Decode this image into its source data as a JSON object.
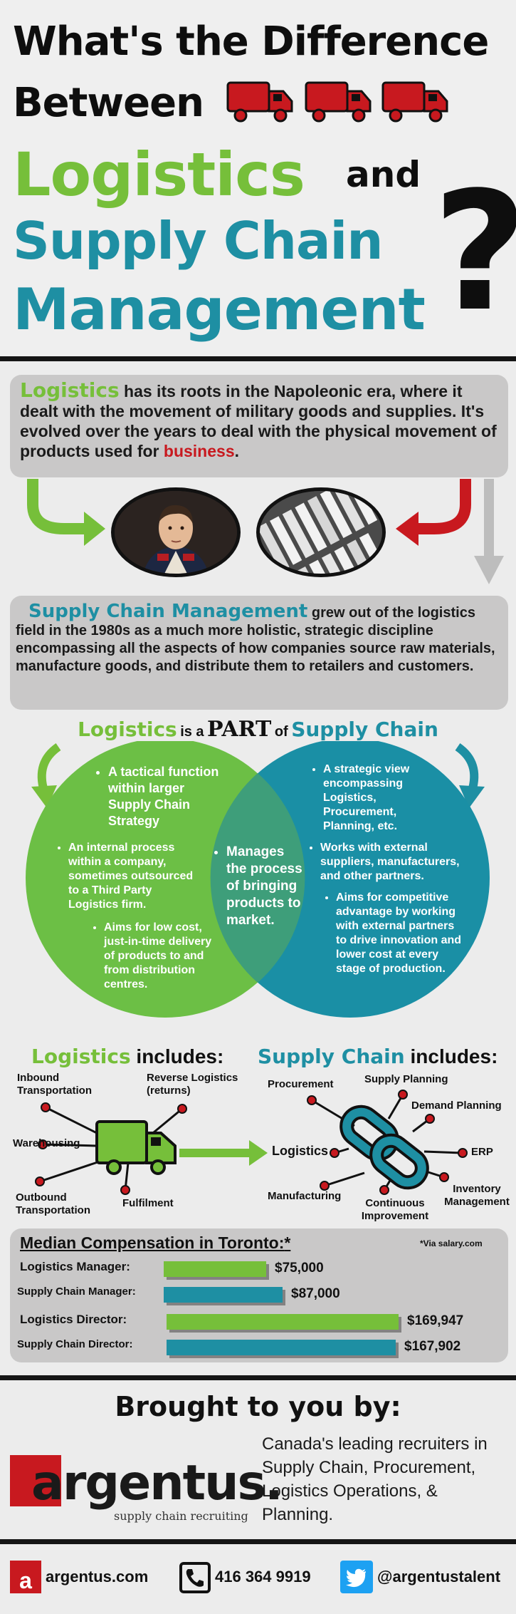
{
  "title": {
    "line1": "What's the Difference",
    "line2": "Between",
    "line3": "Logistics",
    "line3b": "and",
    "line4": "Supply Chain",
    "line5": "Management",
    "qmark": "?"
  },
  "logistics_intro": {
    "keyword": "Logistics",
    "text_a": " has its roots in the Napoleonic era, where it dealt with the movement of military goods and supplies. It's evolved over the years to deal with the physical movement of products used for ",
    "highlight": "business",
    "text_b": "."
  },
  "scm_intro": {
    "keyword": "Supply Chain Management",
    "text": " grew out of the logistics field in the 1980s as a much more holistic, strategic discipline encompassing all the aspects of how companies source raw materials, manufacture goods, and distribute them to retailers and customers."
  },
  "venn": {
    "head_left": "Logistics",
    "head_is_a": "is a",
    "head_part": "PART",
    "head_of": "of",
    "head_right": "Supply Chain",
    "left_items": [
      "A tactical function within larger Supply Chain Strategy",
      "An internal process within a company, sometimes outsourced to a Third Party Logistics firm.",
      "Aims for low cost, just-in-time delivery of products to and from distribution centres."
    ],
    "center_item": "Manages the process of bringing products to market.",
    "right_items": [
      "A strategic view encompassing Logistics, Procurement, Planning, etc.",
      "Works with external suppliers, manufacturers, and other partners.",
      "Aims for competitive advantage by working with external partners to drive innovation and lower cost at every stage of production."
    ]
  },
  "logistics_includes": {
    "keyword": "Logistics",
    "suffix": " includes:",
    "labels": [
      "Inbound Transportation",
      "Reverse Logistics (returns)",
      "Warehousing",
      "Outbound Transportation",
      "Fulfilment"
    ]
  },
  "supply_includes": {
    "keyword": "Supply Chain",
    "suffix": " includes:",
    "labels": [
      "Procurement",
      "Supply Planning",
      "Demand Planning",
      "Logistics",
      "ERP",
      "Manufacturing",
      "Continuous Improvement",
      "Inventory Management"
    ]
  },
  "compensation": {
    "title": "Median Compensation in Toronto:",
    "asterisk": "*",
    "source": "*Via salary.com",
    "rows": [
      {
        "label": "Logistics Manager:",
        "value": "$75,000",
        "amount": 75000,
        "color": "#76bf3a"
      },
      {
        "label": "Supply Chain Manager:",
        "value": "$87,000",
        "amount": 87000,
        "color": "#1e8fa3"
      },
      {
        "label": "Logistics Director:",
        "value": "$169,947",
        "amount": 169947,
        "color": "#76bf3a"
      },
      {
        "label": "Supply Chain Director:",
        "value": "$167,902",
        "amount": 167902,
        "color": "#1e8fa3"
      }
    ]
  },
  "brought": {
    "heading": "Brought to you by:",
    "logo_text": "argentus.",
    "logo_sub": "supply chain recruiting",
    "tagline": "Canada's leading recruiters in Supply Chain, Procurement, Logistics Operations, & Planning."
  },
  "footer": {
    "website": "argentus.com",
    "phone": "416 364 9919",
    "twitter": "@argentustalent",
    "badge_letter": "a"
  },
  "colors": {
    "green": "#76bf3a",
    "teal": "#1e8fa3",
    "red": "#c8191f",
    "dark": "#111111"
  }
}
